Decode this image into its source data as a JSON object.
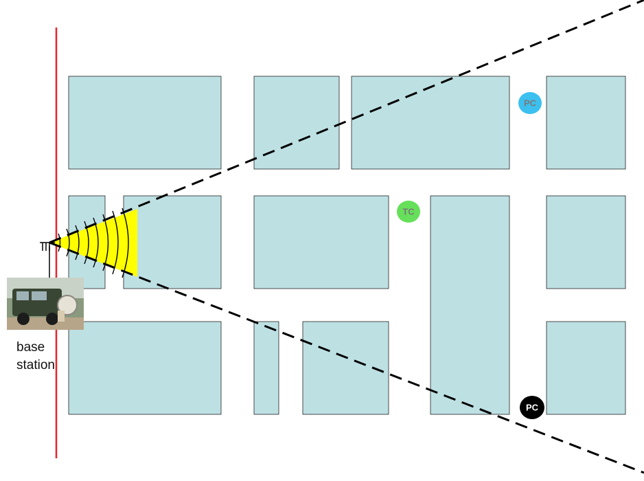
{
  "colors": {
    "block_fill": "#bde0e3",
    "road_line": "#e8262b",
    "beam_fill": "#ffff00",
    "beam_edge": "#000000"
  },
  "vehicle": {
    "icon": "vehicle-photo",
    "label_line1": "base",
    "label_line2": "station"
  },
  "markers": [
    {
      "label": "PC",
      "fill": "#3bc0ef",
      "text_color": "#7a7a7a"
    },
    {
      "label": "TC",
      "fill": "#66e05a",
      "text_color": "#7a7a7a"
    },
    {
      "label": "PC",
      "fill": "#000000",
      "text_color": "#ffffff"
    }
  ]
}
